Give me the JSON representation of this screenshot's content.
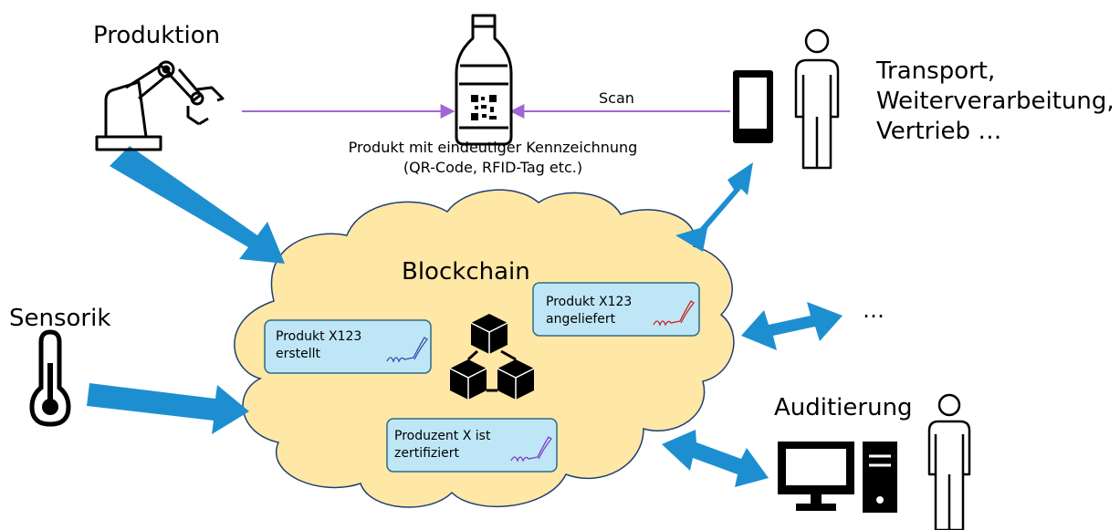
{
  "labels": {
    "produktion": "Produktion",
    "sensorik": "Sensorik",
    "transport": [
      "Transport,",
      "Weiterverarbeitung,",
      "Vertrieb …"
    ],
    "auditierung": "Auditierung",
    "ellipsis": "…",
    "scan": "Scan",
    "product_line1": "Produkt mit eindeutiger Kennzeichnung",
    "product_line2": "(QR-Code, RFID-Tag etc.)",
    "blockchain": "Blockchain"
  },
  "cards": [
    {
      "line1": "Produkt X123",
      "line2": "erstellt",
      "signature_color": "#3a4fa8"
    },
    {
      "line1": "Produkt X123",
      "line2": "angeliefert",
      "signature_color": "#cc2222"
    },
    {
      "line1": "Produzent X ist",
      "line2": "zertifiziert",
      "signature_color": "#7d3fc6"
    }
  ],
  "colors": {
    "cloud_fill": "#ffe7a6",
    "cloud_stroke": "#1f3e73",
    "arrow_blue": "#1d8fd1",
    "scan_arrow": "#a067d6",
    "card_fill": "#bfe6f7",
    "card_stroke": "#2d6b86"
  },
  "icons": [
    "robot-arm-icon",
    "bottle-qr-icon",
    "smartphone-icon",
    "person-icon",
    "thermometer-icon",
    "blockchain-cubes-icon",
    "computer-icon",
    "signature-icon"
  ]
}
